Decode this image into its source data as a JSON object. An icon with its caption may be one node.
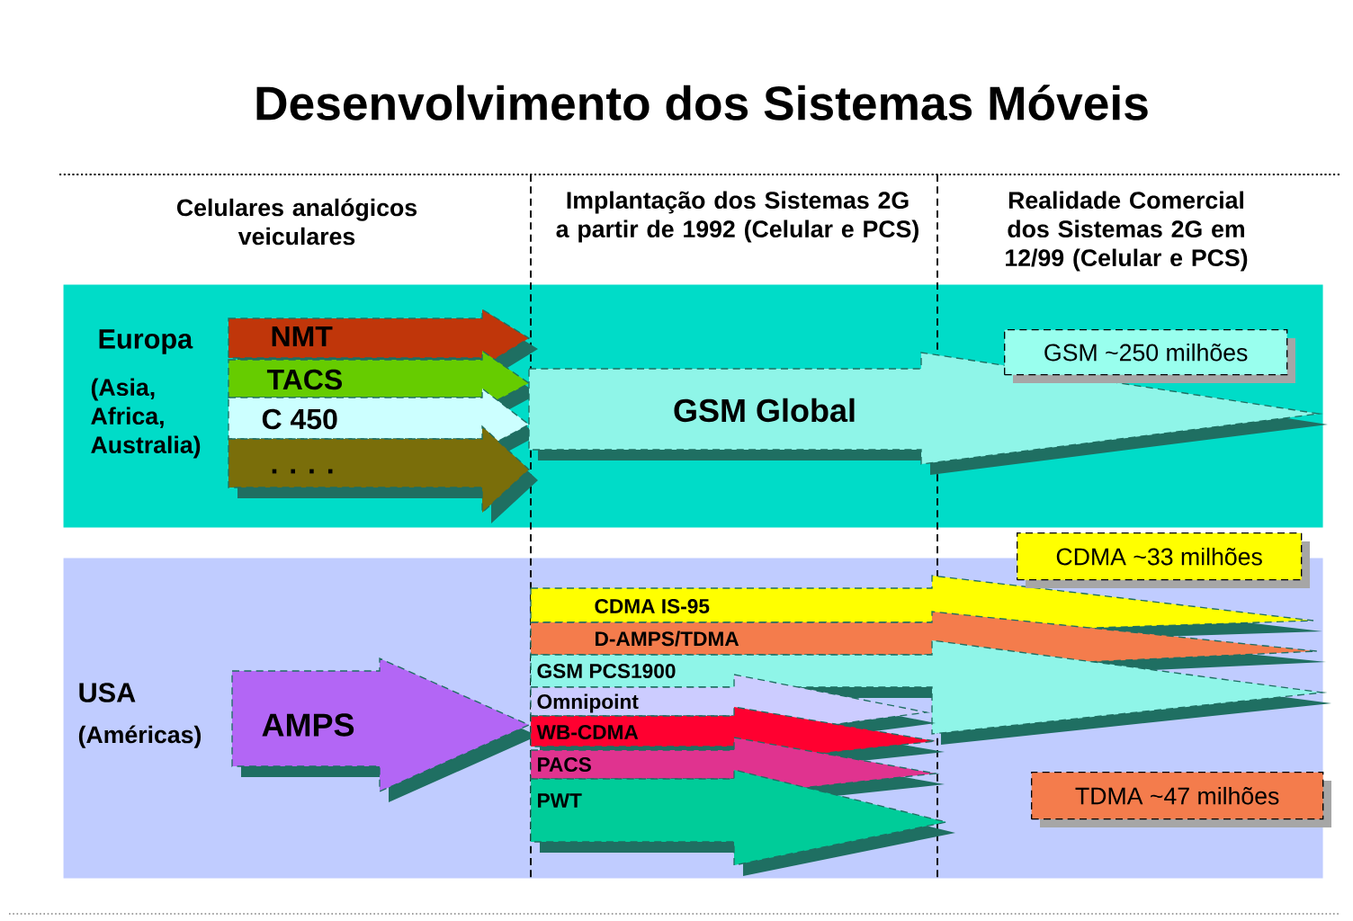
{
  "diagram": {
    "title": "Desenvolvimento dos Sistemas Móveis",
    "nodes": [
      {
        "text": [
          "Europa",
          "(Asia, Africa, Australia)"
        ]
      },
      {
        "text": [
          "NMT"
        ],
        "in": 0
      },
      {
        "text": [
          "TACS"
        ],
        "in": 0
      },
      {
        "text": [
          "C 450"
        ],
        "in": 0
      },
      {
        "text": [
          ". . . ."
        ],
        "in": 0
      },
      {
        "text": [
          "GSM Global"
        ],
        "in": 0
      },
      {
        "text": [
          "GSM ~250 milhões"
        ],
        "in": 0
      },
      {
        "text": [
          "CDMA ~33 milhões"
        ]
      },
      {
        "text": [
          "USA",
          "(Américas)"
        ]
      },
      {
        "text": [
          "AMPS"
        ],
        "in": 8
      },
      {
        "text": [
          "CDMA IS-95"
        ],
        "in": 8
      },
      {
        "text": [
          "D-AMPS/TDMA"
        ],
        "in": 8
      },
      {
        "text": [
          "GSM PCS1900"
        ],
        "in": 8
      },
      {
        "text": [
          "Omnipoint"
        ],
        "in": 8
      },
      {
        "text": [
          "WB-CDMA"
        ],
        "in": 8
      },
      {
        "text": [
          "PACS"
        ],
        "in": 8
      },
      {
        "text": [
          "PWT"
        ],
        "in": 8
      },
      {
        "text": [
          "TDMA ~47 milhões"
        ],
        "in": 8
      }
    ],
    "labels": [
      "Celulares analógicos veiculares",
      "Implantação dos Sistemas 2G a partir de 1992 (Celular e PCS)",
      "Realidade Comercial dos Sistemas 2G em 12/99 (Celular e PCS)"
    ]
  }
}
